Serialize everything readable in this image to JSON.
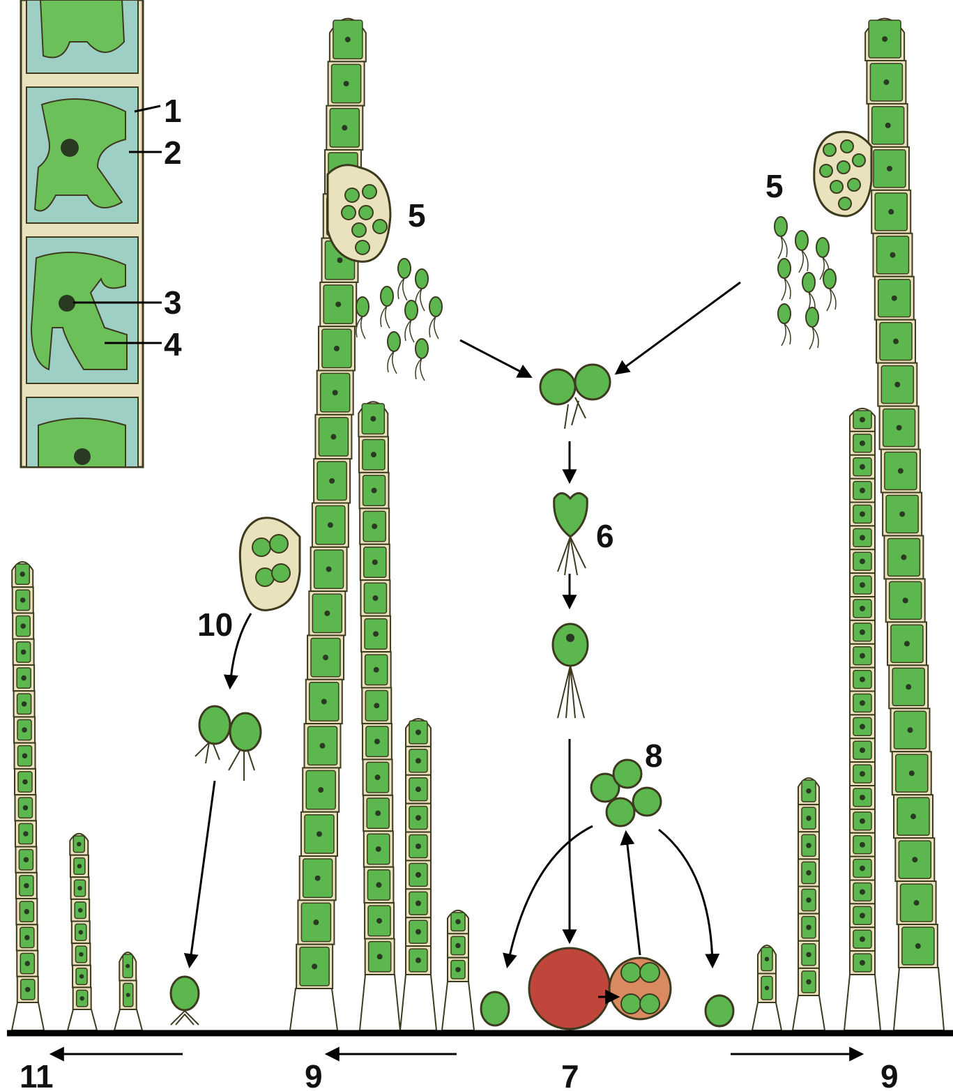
{
  "colors": {
    "cell_fill": "#5cb84e",
    "cell_dark": "#3f9a3d",
    "wall": "#e9e2bd",
    "wall_outline": "#3d3a1f",
    "vacuole": "#9ecfc5",
    "nucleus": "#2a3a22",
    "zygote": "#c0453a",
    "ground": "#000000"
  },
  "labels": {
    "part_1": "1",
    "part_2": "2",
    "part_3": "3",
    "part_4": "4",
    "zoospores_left": "5",
    "zoospores_right": "5",
    "zygote_stage": "6",
    "resting_zygote": "7",
    "meiotic_zoospores": "8",
    "new_filaments_left": "9",
    "new_filaments_right": "9",
    "asexual_zoospores": "10",
    "asexual_filament": "11"
  }
}
